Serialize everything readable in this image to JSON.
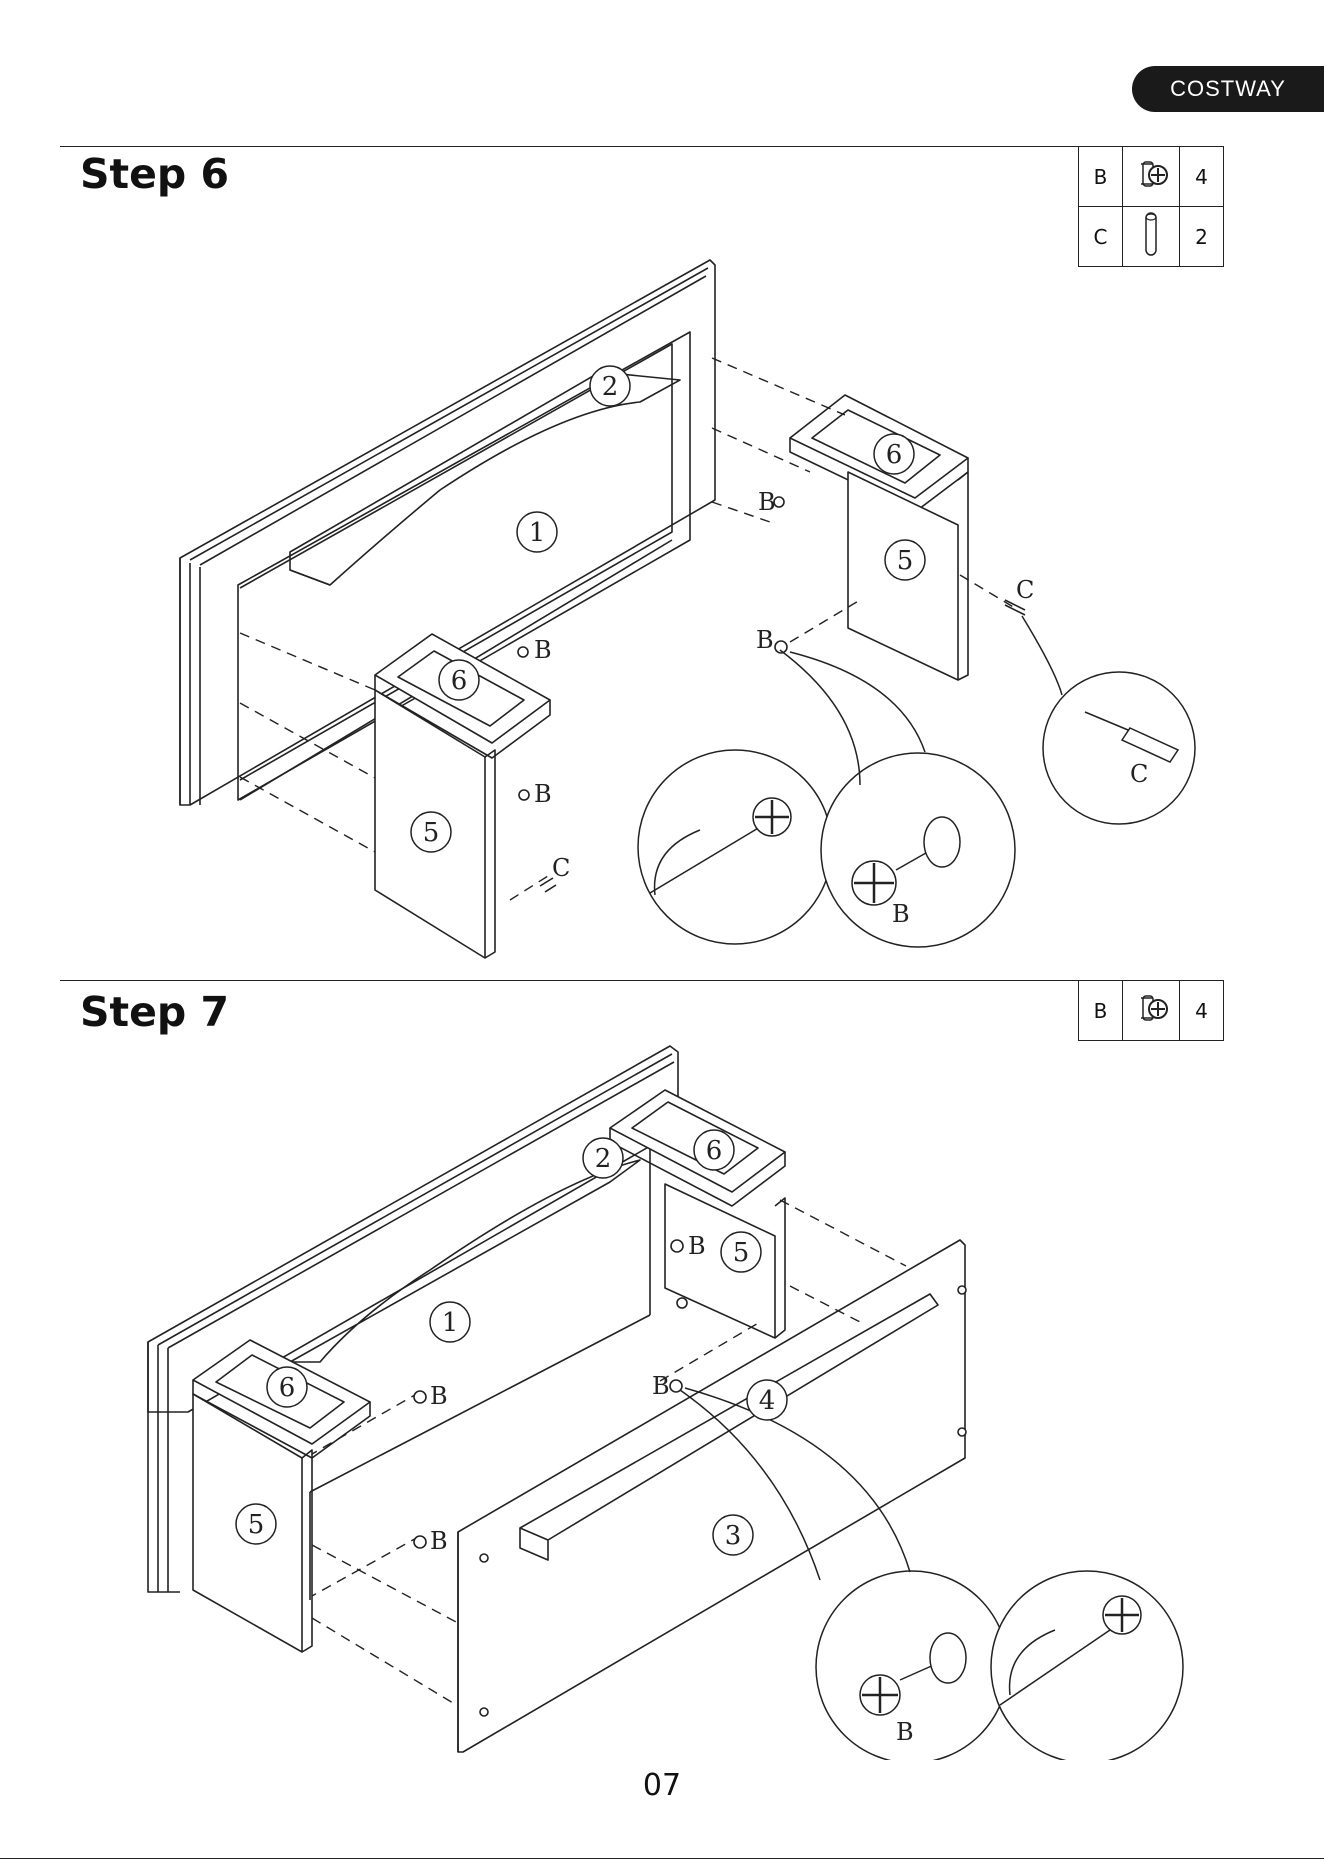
{
  "brand": "COSTWAY",
  "page_number": "07",
  "steps": [
    {
      "title": "Step 6",
      "parts": [
        {
          "label": "B",
          "icon": "cam-lock-icon",
          "qty": "4"
        },
        {
          "label": "C",
          "icon": "dowel-icon",
          "qty": "2"
        }
      ],
      "callouts": {
        "p1": "1",
        "p2": "2",
        "p5a": "5",
        "p5b": "5",
        "p6a": "6",
        "p6b": "6"
      },
      "letters": {
        "b1": "B",
        "b2": "B",
        "b3": "B",
        "b4": "B",
        "b5": "B",
        "c1": "C",
        "c2": "C",
        "c3": "C"
      }
    },
    {
      "title": "Step 7",
      "parts": [
        {
          "label": "B",
          "icon": "cam-lock-icon",
          "qty": "4"
        }
      ],
      "callouts": {
        "p1": "1",
        "p2": "2",
        "p3": "3",
        "p4": "4",
        "p5a": "5",
        "p5b": "5",
        "p6a": "6",
        "p6b": "6"
      },
      "letters": {
        "b1": "B",
        "b2": "B",
        "b3": "B",
        "b4": "B",
        "b5": "B"
      }
    }
  ],
  "colors": {
    "ink": "#222222",
    "brand_bg": "#1a1a1a",
    "brand_text": "#ffffff"
  }
}
